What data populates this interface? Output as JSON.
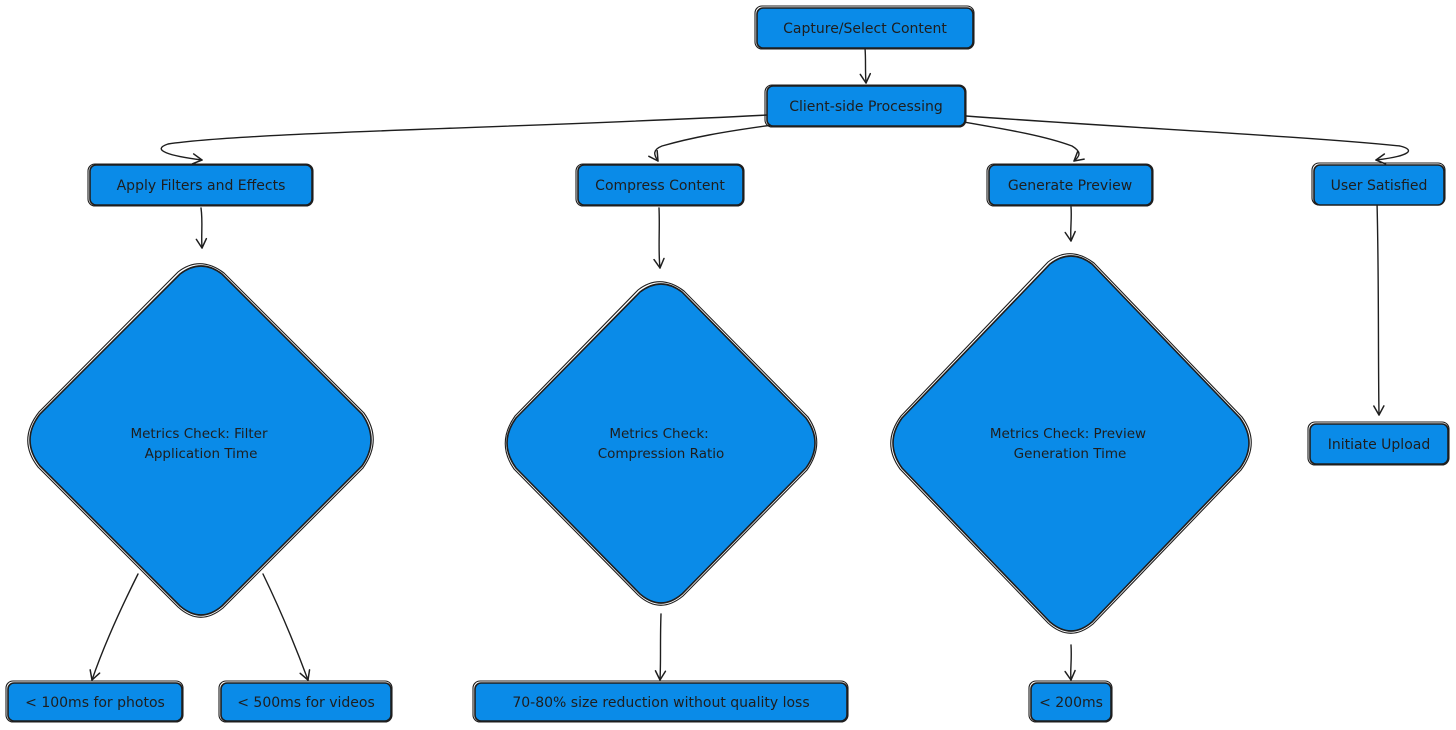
{
  "diagram": {
    "fill_color": "#0a8be8",
    "stroke_color": "#1e1e1e",
    "background": "#ffffff",
    "nodes": {
      "capture": {
        "label": "Capture/Select Content"
      },
      "client_processing": {
        "label": "Client-side Processing"
      },
      "apply_filters": {
        "label": "Apply Filters and Effects"
      },
      "compress": {
        "label": "Compress Content"
      },
      "generate_preview": {
        "label": "Generate Preview"
      },
      "user_satisfied": {
        "label": "User Satisfied"
      },
      "metrics_filter": {
        "line1": "Metrics Check: Filter",
        "line2": "Application Time"
      },
      "metrics_compression": {
        "line1": "Metrics Check:",
        "line2": "Compression Ratio"
      },
      "metrics_preview": {
        "line1": "Metrics Check: Preview",
        "line2": "Generation Time"
      },
      "initiate_upload": {
        "label": "Initiate Upload"
      },
      "photos_target": {
        "label": "< 100ms for photos"
      },
      "videos_target": {
        "label": "< 500ms for videos"
      },
      "compression_target": {
        "label": "70-80% size reduction without quality loss"
      },
      "preview_target": {
        "label": "< 200ms"
      }
    }
  }
}
